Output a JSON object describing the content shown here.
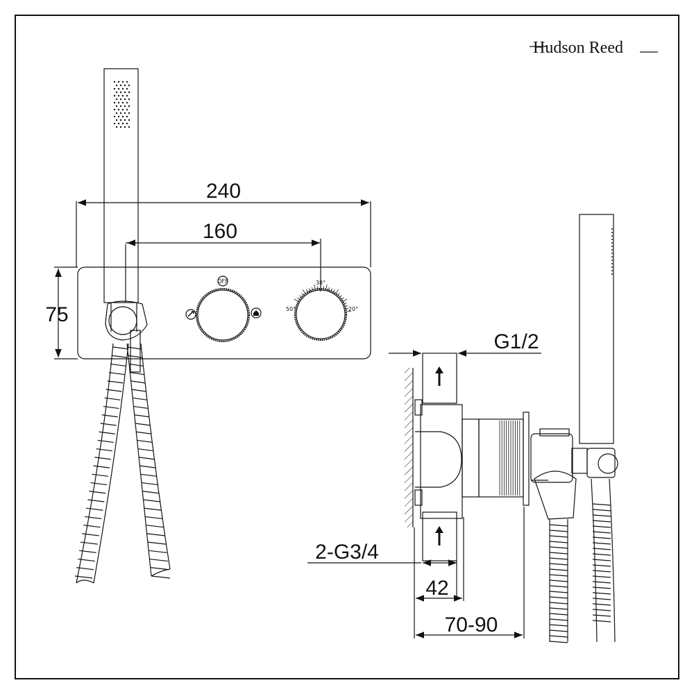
{
  "brand": {
    "name": "Hudson Reed"
  },
  "dimensions": {
    "overall_width": "240",
    "valve_spacing": "160",
    "plate_height": "75",
    "outlet_thread": "G1/2",
    "inlet_thread": "2-G3/4",
    "body_depth": "42",
    "install_depth": "70-90"
  },
  "controls": {
    "diverter_off_label": "OFF",
    "temp_min_label": "20°",
    "temp_safety_label": "38°",
    "temp_max_label": "50°"
  },
  "icons": {
    "hand_shower": "hand-shower-icon",
    "overhead_shower": "overhead-shower-icon"
  }
}
